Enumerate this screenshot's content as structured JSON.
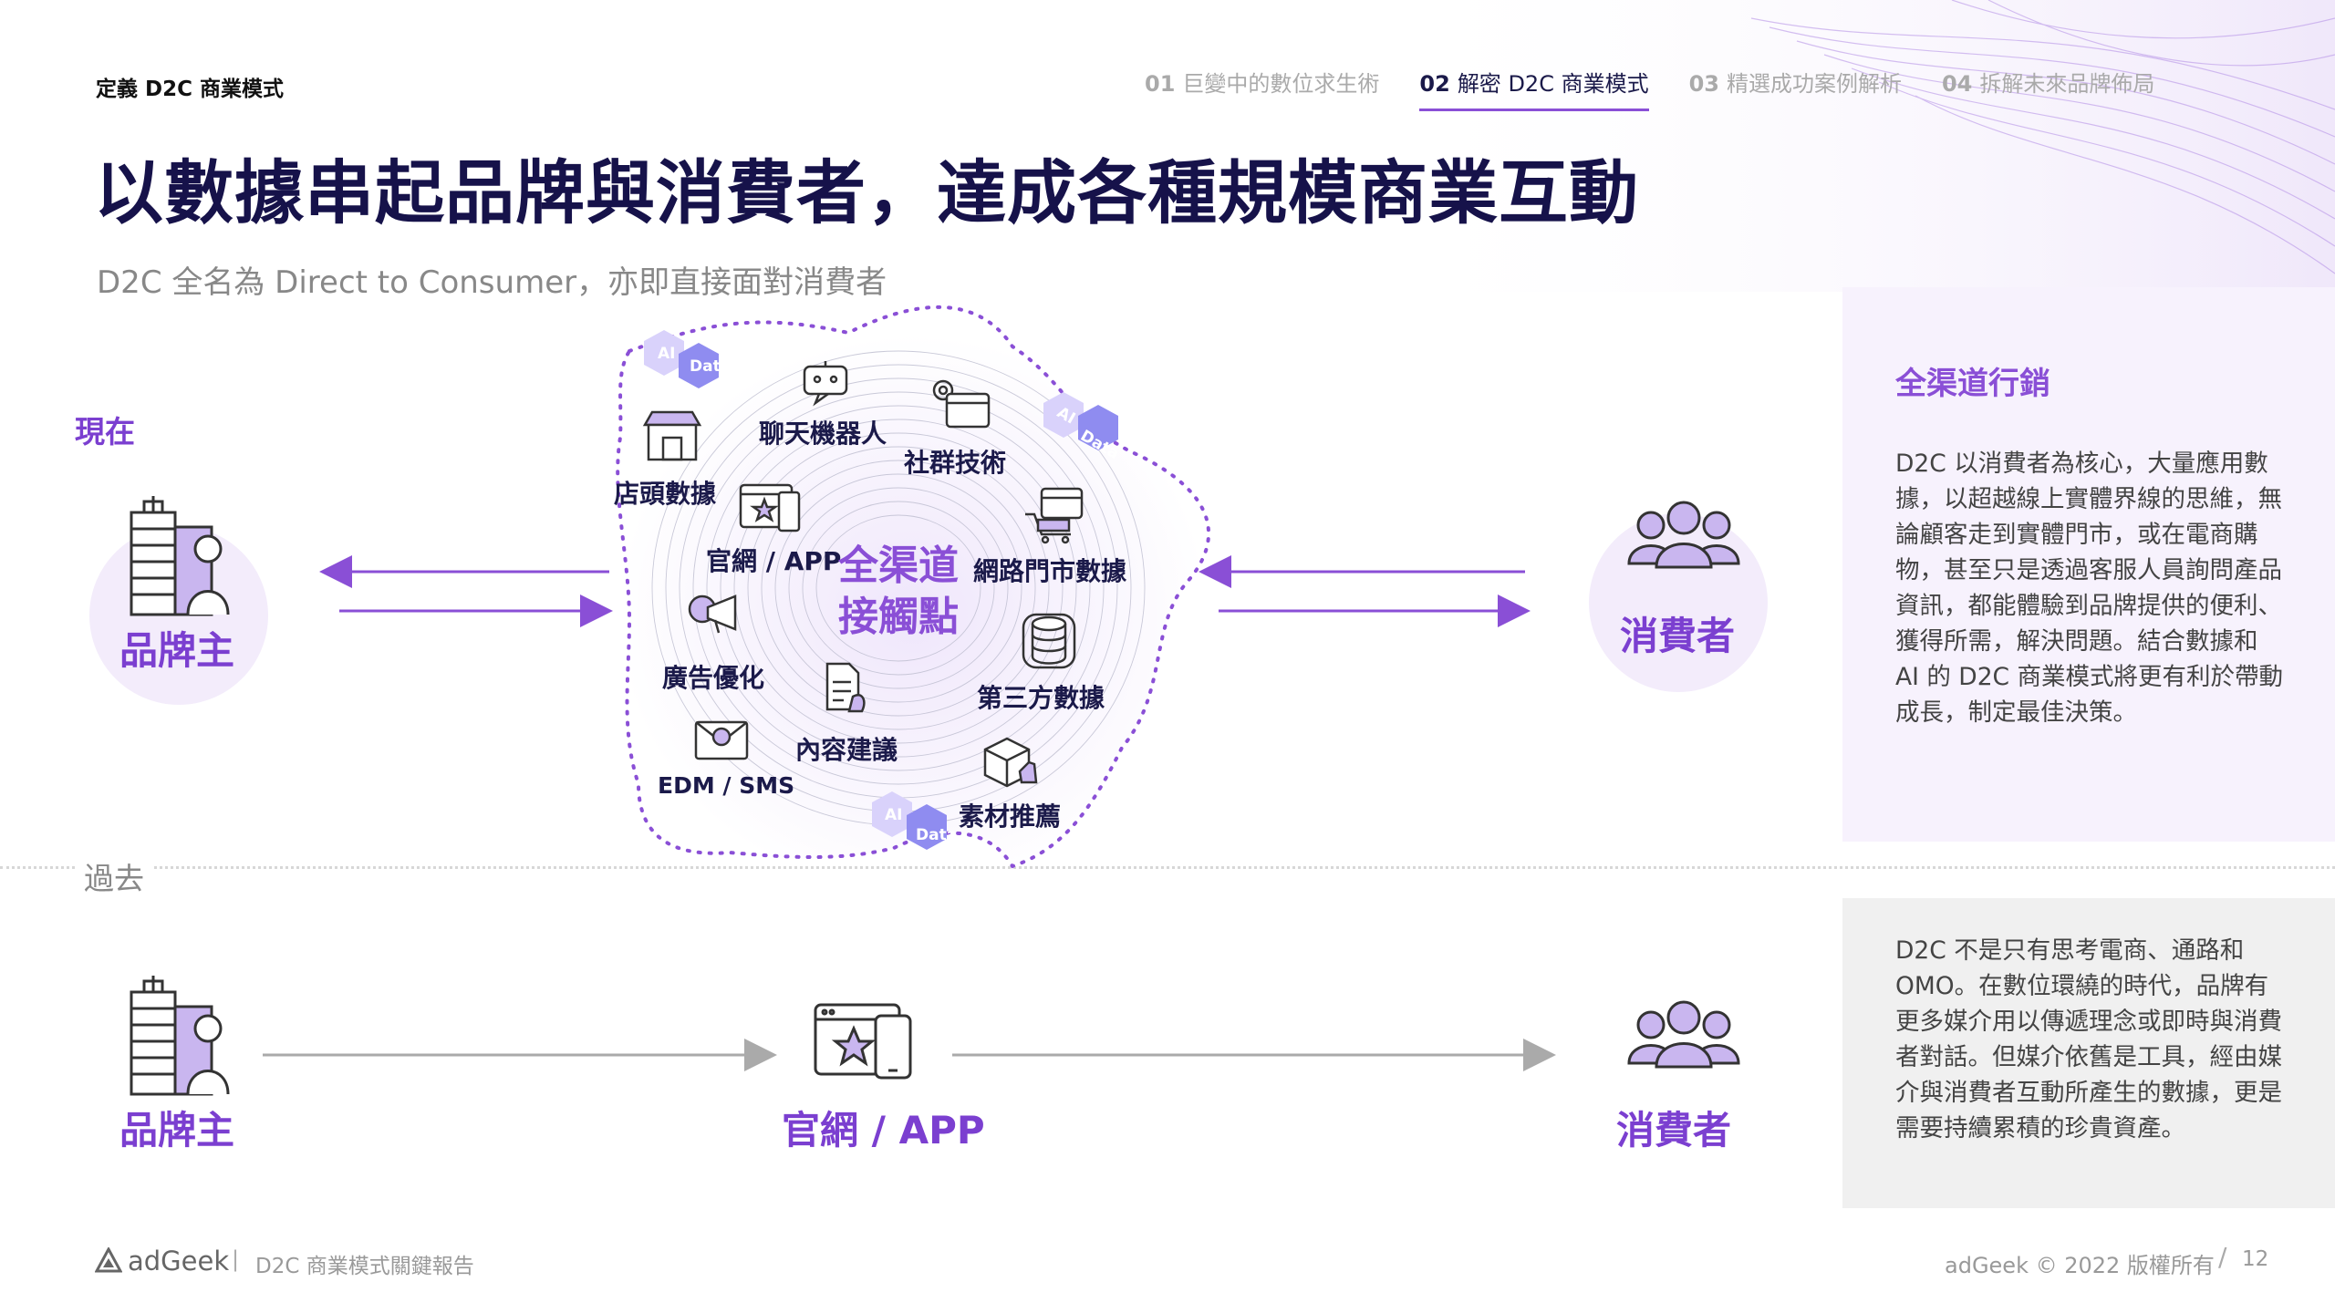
{
  "header": {
    "section": "定義 D2C 商業模式",
    "nav": [
      {
        "num": "01",
        "label": "巨變中的數位求生術"
      },
      {
        "num": "02",
        "label": "解密 D2C 商業模式"
      },
      {
        "num": "03",
        "label": "精選成功案例解析"
      },
      {
        "num": "04",
        "label": "拆解未來品牌佈局"
      }
    ]
  },
  "title": "以數據串起品牌與消費者，達成各種規模商業互動",
  "subtitle": "D2C 全名為 Direct to Consumer，亦即直接面對消費者",
  "now": {
    "label": "現在",
    "brand": "品牌主",
    "consumer": "消費者",
    "center": "全渠道接觸點",
    "touchpoints": {
      "store": "店頭數據",
      "chatbot": "聊天機器人",
      "social": "社群技術",
      "web": "官網 / APP",
      "ecommerce": "網路門市數據",
      "ads": "廣告優化",
      "thirdparty": "第三方數據",
      "content": "內容建議",
      "edm": "EDM / SMS",
      "material": "素材推薦"
    },
    "badges": {
      "ai": "AI",
      "data": "Data"
    }
  },
  "past": {
    "label": "過去",
    "brand": "品牌主",
    "channel": "官網 / APP",
    "consumer": "消費者"
  },
  "panel_top": {
    "heading": "全渠道行銷",
    "text": "D2C 以消費者為核心，大量應用數據，以超越線上實體界線的思維，無論顧客走到實體門市，或在電商購物，甚至只是透過客服人員詢問產品資訊，都能體驗到品牌提供的便利、獲得所需，解決問題。結合數據和 AI 的 D2C 商業模式將更有利於帶動成長，制定最佳決策。"
  },
  "panel_bottom": {
    "text": "D2C 不是只有思考電商、通路和 OMO。在數位環繞的時代，品牌有更多媒介用以傳遞理念或即時與消費者對話。但媒介依舊是工具，經由媒介與消費者互動所產生的數據，更是需要持續累積的珍貴資產。"
  },
  "footer": {
    "logo": "adGeek",
    "separator": "|",
    "report": "D2C 商業模式關鍵報告",
    "copyright": "adGeek © 2022 版權所有",
    "slash": "/",
    "page": "12"
  },
  "colors": {
    "accent": "#8a4fd6",
    "accent_dark": "#7b3fd0",
    "navy": "#16124a",
    "badge_light": "#d9d2fb",
    "badge_dark": "#8f8cf0"
  }
}
